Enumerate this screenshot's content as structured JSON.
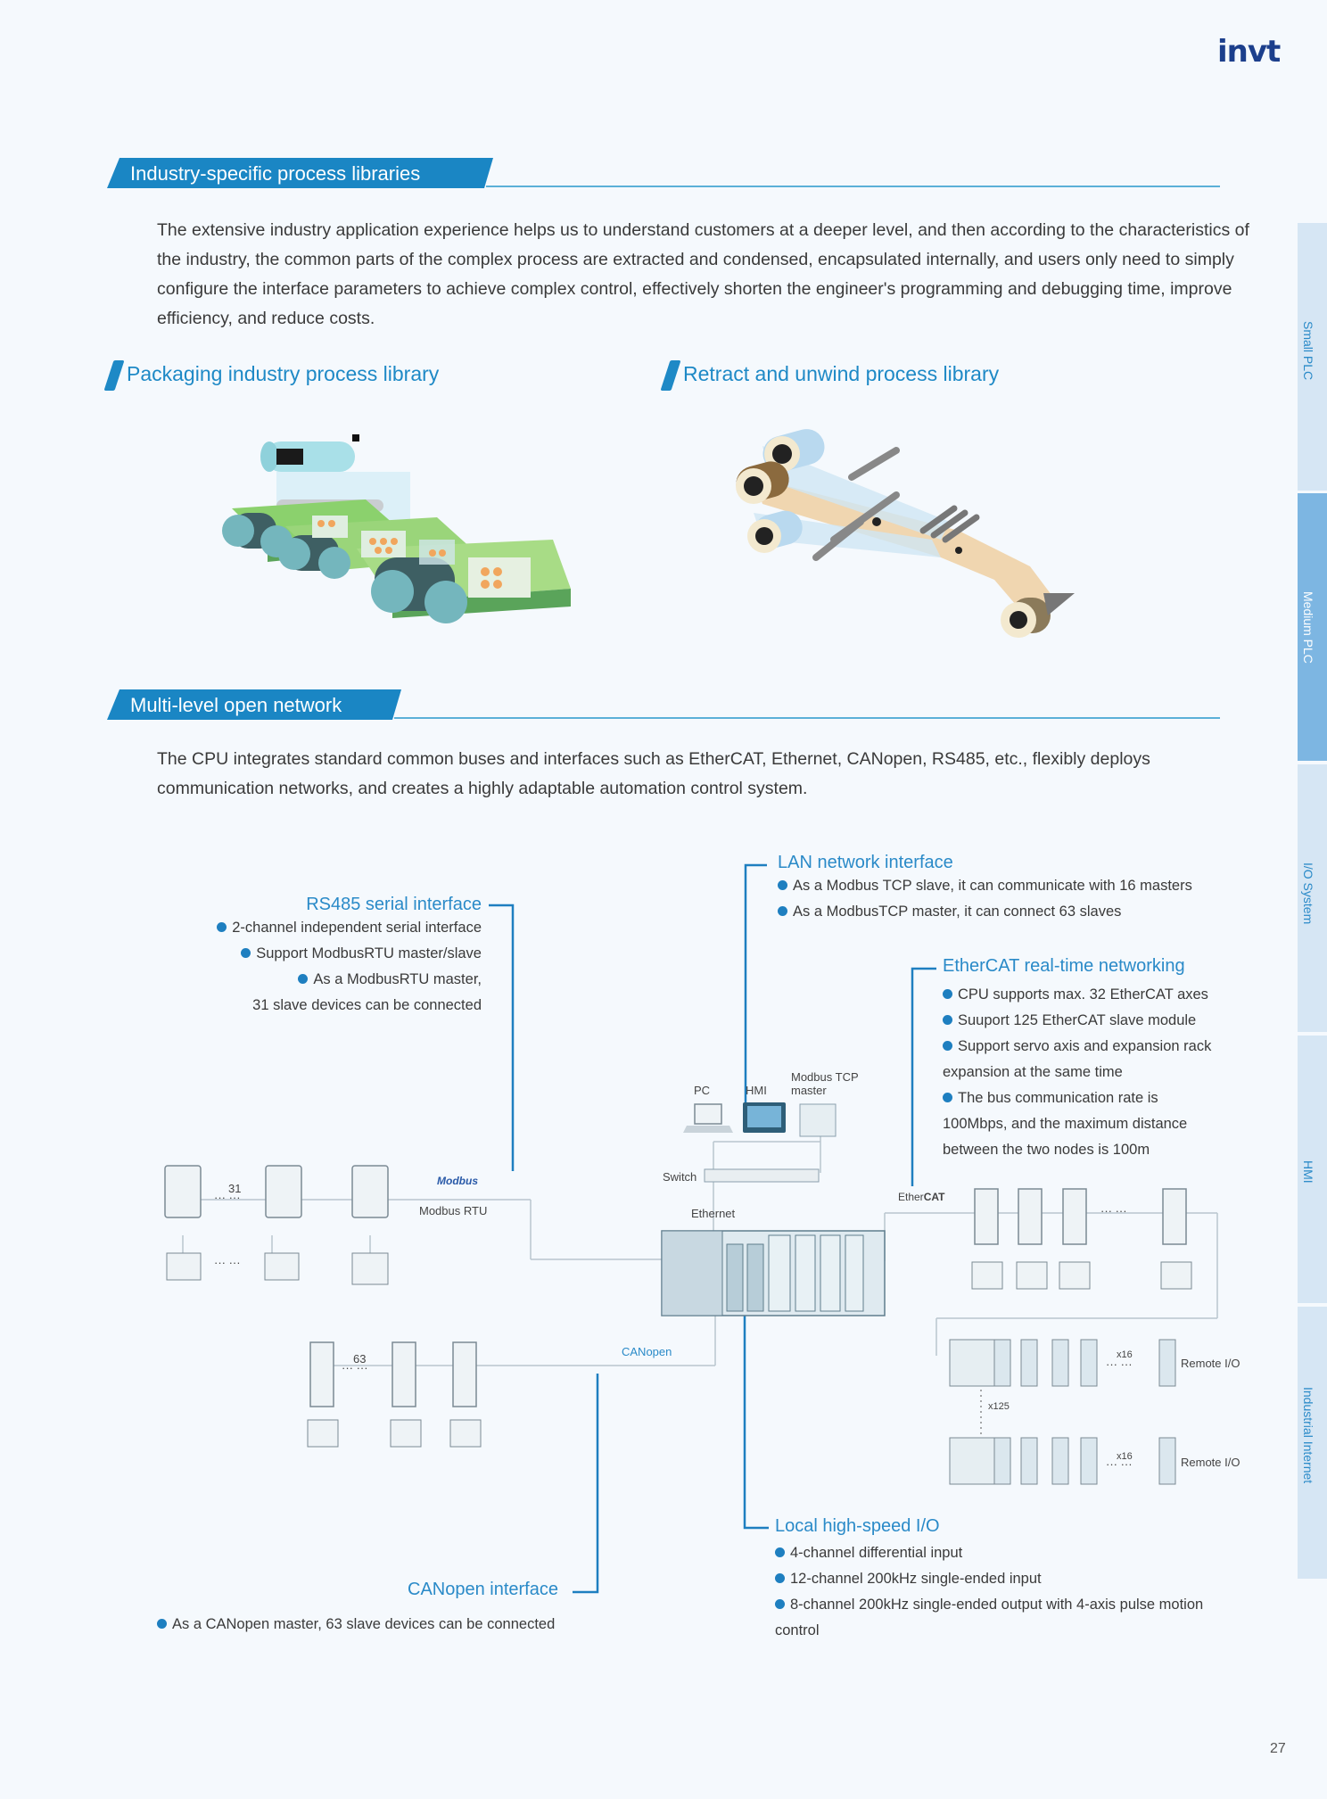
{
  "brand": "invt",
  "section1": {
    "title": "Industry-specific process libraries",
    "paragraph": "The extensive industry application experience helps us to understand customers at a deeper level, and then according to the characteristics of the industry, the common parts of the complex process are extracted and condensed, encapsulated internally, and users only need to simply configure the interface parameters to achieve complex control, effectively shorten the engineer's programming and debugging time, improve efficiency, and reduce costs.",
    "library_left": "Packaging industry process library",
    "library_right": "Retract and unwind process library"
  },
  "section2": {
    "title": "Multi-level open network",
    "paragraph": "The CPU integrates standard common buses and interfaces such as EtherCAT, Ethernet, CANopen, RS485, etc., flexibly deploys communication networks, and creates a highly adaptable automation control system."
  },
  "rs485": {
    "title": "RS485 serial interface",
    "lines": [
      "2-channel independent serial interface",
      "Support ModbusRTU master/slave",
      "As a ModbusRTU master,",
      "31 slave devices can be connected"
    ]
  },
  "lan": {
    "title": "LAN network interface",
    "lines": [
      "As a Modbus TCP slave, it can communicate with 16 masters",
      "As a ModbusTCP master, it can connect 63 slaves"
    ]
  },
  "ethercat": {
    "title": "EtherCAT real-time networking",
    "lines": [
      "CPU supports max. 32 EtherCAT axes",
      "Suuport 125 EtherCAT slave module",
      "Support servo axis and expansion rack",
      "expansion at the same time",
      "The bus communication rate is",
      "100Mbps, and the maximum distance",
      "between the two nodes is 100m"
    ]
  },
  "local_io": {
    "title": "Local high-speed I/O",
    "lines": [
      "4-channel differential input",
      "12-channel 200kHz single-ended input",
      "8-channel 200kHz single-ended output with 4-axis pulse motion",
      "control"
    ]
  },
  "canopen": {
    "title": "CANopen interface",
    "lines": [
      "As a CANopen master, 63 slave devices can be connected"
    ]
  },
  "diagram": {
    "pc": "PC",
    "hmi": "HMI",
    "modbus_tcp_1": "Modbus TCP",
    "modbus_tcp_2": "master",
    "switch": "Switch",
    "ethernet": "Ethernet",
    "modbus_logo": "Modbus",
    "modbus_rtu": "Modbus RTU",
    "count_31": "31",
    "count_63": "63",
    "canopen": "CANopen",
    "ethercat_logo_a": "Ether",
    "ethercat_logo_b": "CAT",
    "remote_io_1": "Remote I/O",
    "remote_io_2": "Remote I/O",
    "x16_a": "x16",
    "x16_b": "x16",
    "x125": "x125",
    "ellipsis": "··· ···"
  },
  "sidebar": {
    "tabs": [
      "Small PLC",
      "Medium PLC",
      "I/O System",
      "HMI",
      "Industrial Internet"
    ],
    "active": "Medium PLC"
  },
  "page_number": "27",
  "colors": {
    "accent": "#1a86c4",
    "tab_light": "#d6e6f4",
    "tab_active": "#7db6e2"
  }
}
